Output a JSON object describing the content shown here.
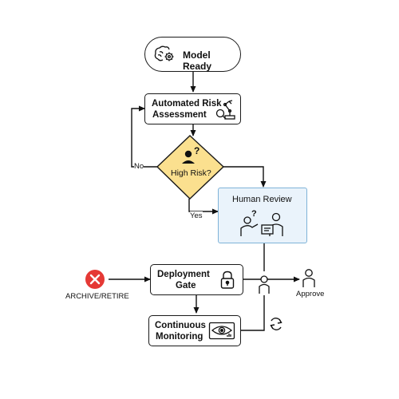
{
  "nodes": {
    "model_ready": {
      "label": "Model Ready",
      "icon": "brain-gear-icon"
    },
    "risk_assessment": {
      "label_line1": "Automated Risk",
      "label_line2": "Assessment",
      "icon": "robot-arm-magnifier-icon"
    },
    "high_risk": {
      "label": "High Risk?",
      "icon": "person-question-icon"
    },
    "human_review": {
      "label": "Human Review",
      "icon": "people-discussion-icon"
    },
    "deployment_gate": {
      "label_line1": "Deployment",
      "label_line2": "Gate",
      "icon": "padlock-icon"
    },
    "monitoring": {
      "label_line1": "Continuous",
      "label_line2": "Monitoring",
      "icon": "eye-monitor-icon"
    },
    "archive": {
      "label": "ARCHIVE/RETIRE",
      "icon": "x-circle-icon"
    },
    "approve": {
      "label": "Approve",
      "icon": "person-icon"
    }
  },
  "edges": {
    "no_label": "No",
    "yes_label": "Yes"
  },
  "colors": {
    "human_review_fill": "#eaf3fb",
    "human_review_border": "#7fb3d8",
    "decision_fill": "#fbe08f",
    "archive_red": "#e53935"
  }
}
